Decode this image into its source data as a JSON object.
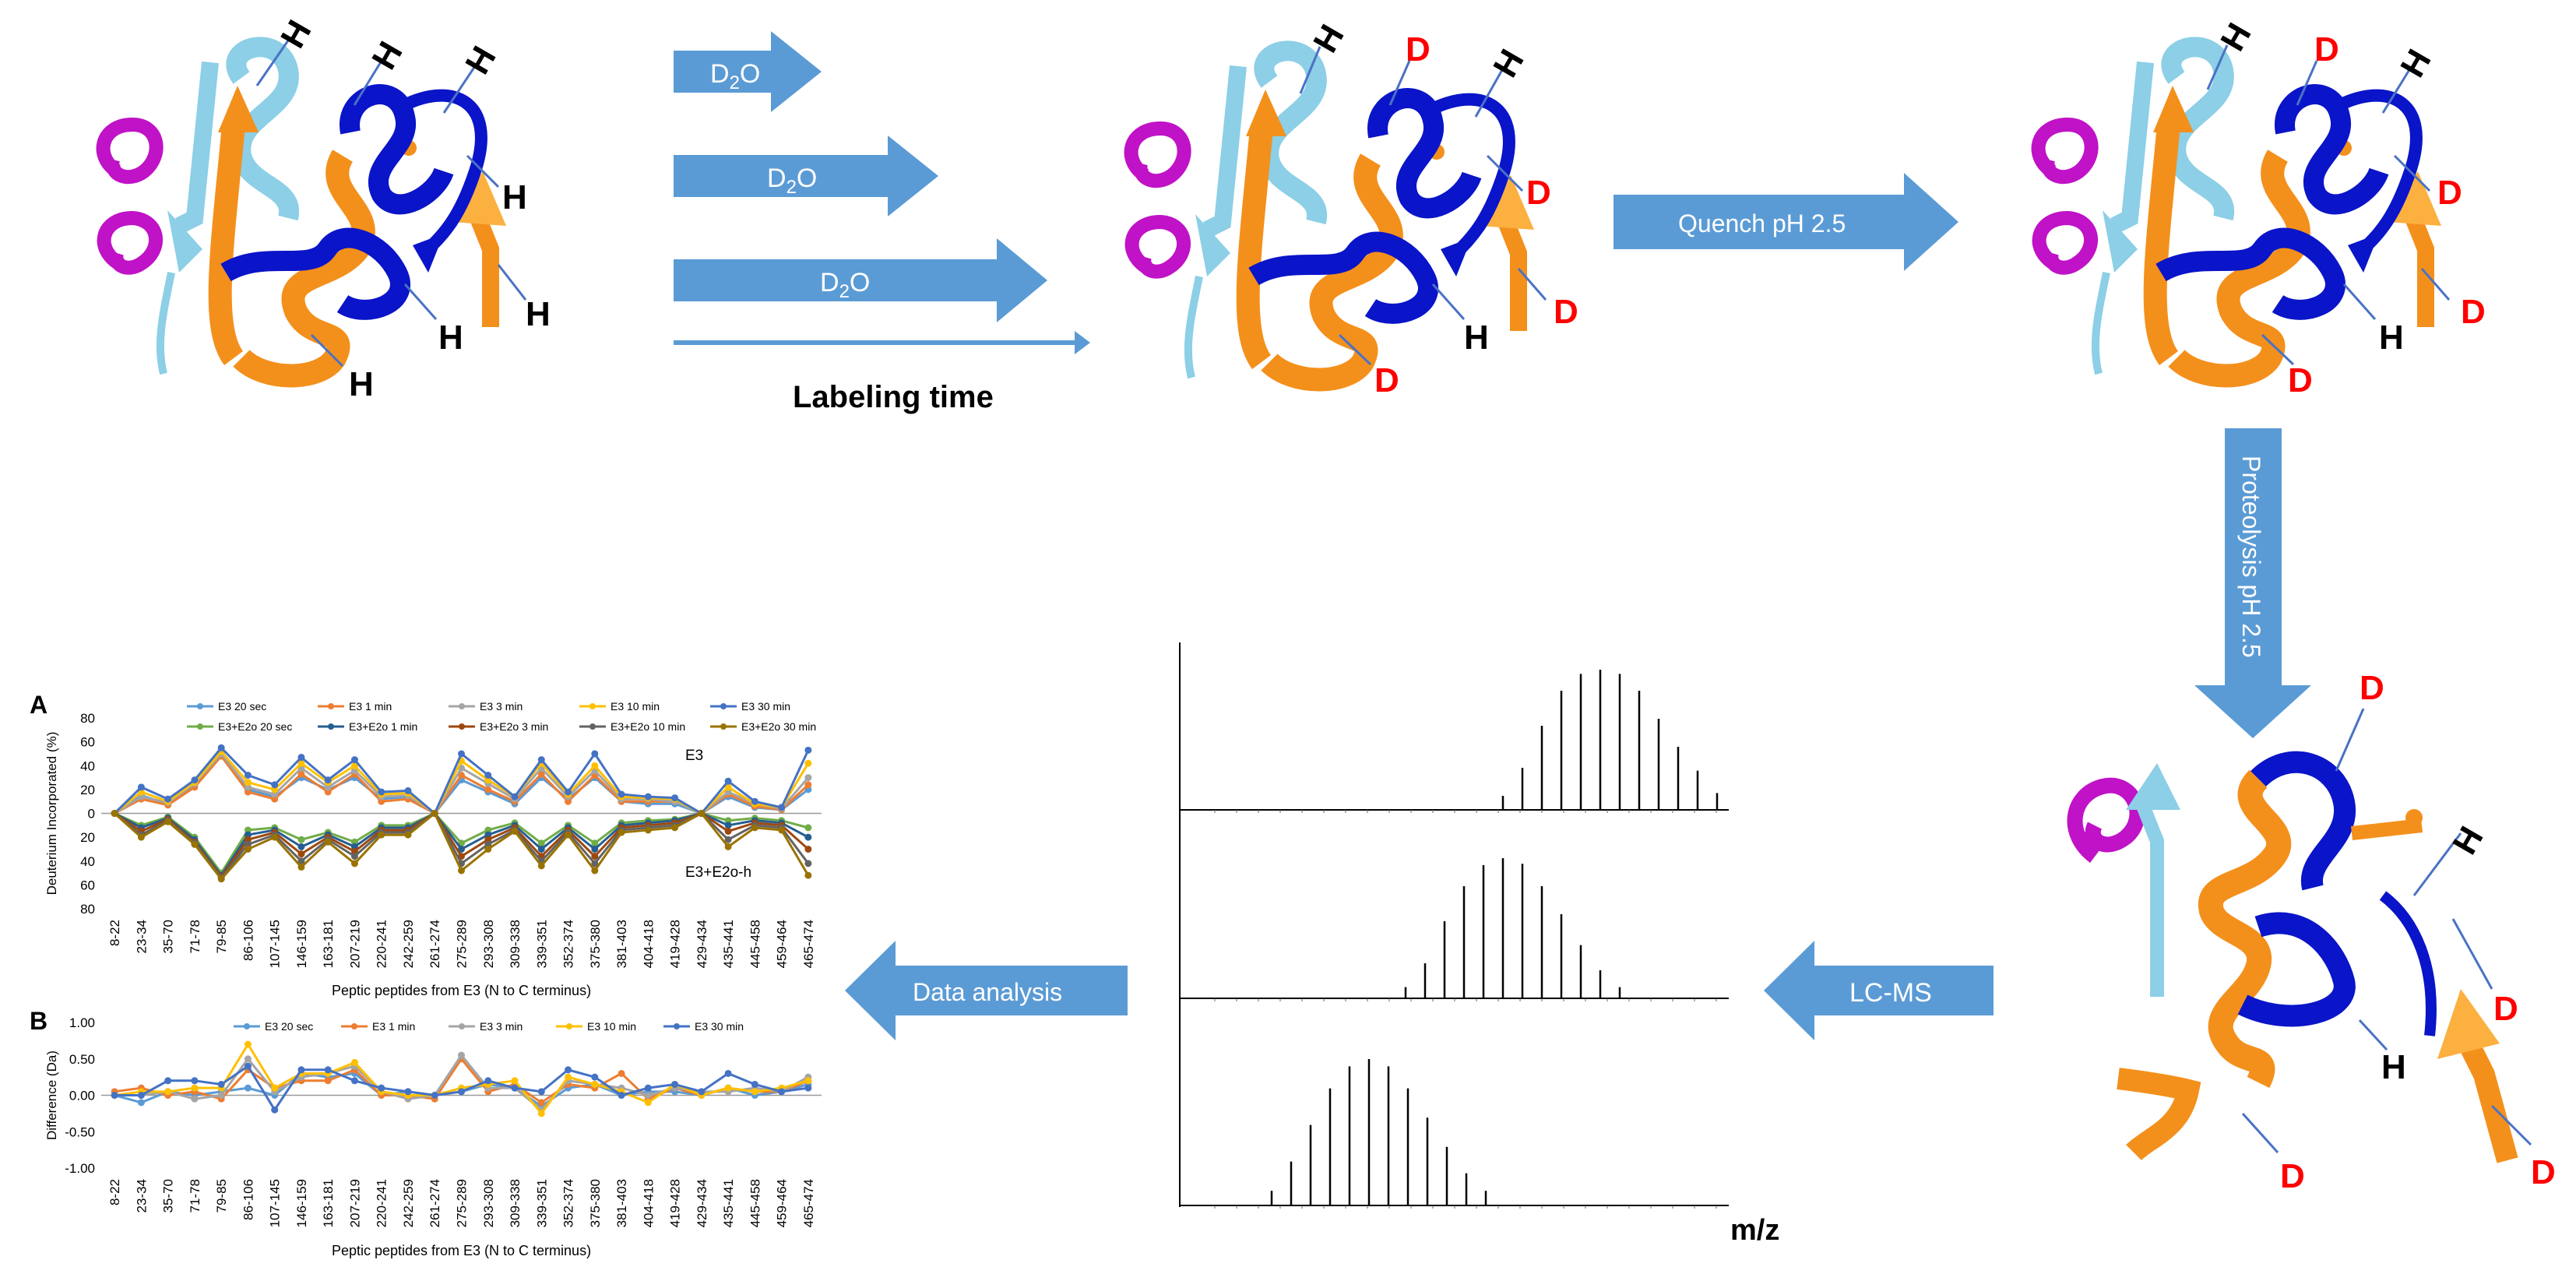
{
  "labels": {
    "d2o": "D",
    "d2o_sub": "2",
    "d2o_tail": "O",
    "labeling_time": "Labeling time",
    "quench": "Quench pH 2.5",
    "proteolysis": "Proteolysis pH 2.5",
    "lcms": "LC-MS",
    "data_analysis": "Data analysis",
    "mz": "m/z",
    "H": "H",
    "D": "D"
  },
  "colors": {
    "arrow_fill": "#5b9bd5",
    "arrow_text": "#ffffff",
    "ribbon_light": "#8ccfe6",
    "ribbon_dark": "#0a14c8",
    "ribbon_orange": "#f3901c",
    "ribbon_magenta": "#c012c6",
    "label_h": "#000000",
    "label_d": "#ff0000",
    "callout_line": "#4a72c4"
  },
  "icons": [
    "protein-ribbon-icon",
    "mass-spectrum-icon"
  ],
  "chart_data": [
    {
      "type": "line",
      "panel": "A",
      "xlabel": "Peptic peptides from E3 (N to C terminus)",
      "ylabel": "Deuterium Incorporated (%)",
      "ylim": [
        -80,
        80
      ],
      "yticks": [
        80,
        60,
        40,
        20,
        0,
        20,
        40,
        60,
        80
      ],
      "annotations": [
        "E3",
        "E3+E2o-h"
      ],
      "categories": [
        "8-22",
        "23-34",
        "35-70",
        "71-78",
        "79-85",
        "86-106",
        "107-145",
        "146-159",
        "163-181",
        "207-219",
        "220-241",
        "242-259",
        "261-274",
        "275-289",
        "293-308",
        "309-338",
        "339-351",
        "352-374",
        "375-380",
        "381-403",
        "404-418",
        "419-428",
        "429-434",
        "435-441",
        "445-458",
        "459-464",
        "465-474"
      ],
      "legend": [
        "E3 20 sec",
        "E3 1 min",
        "E3 3 min",
        "E3 10 min",
        "E3 30 min",
        "E3+E2o 20 sec",
        "E3+E2o 1 min",
        "E3+E2o 3 min",
        "E3+E2o 10 min",
        "E3+E2o 30 min"
      ],
      "series": [
        {
          "name": "E3 20 sec",
          "color": "#5b9bd5",
          "values": [
            0,
            15,
            8,
            24,
            50,
            20,
            14,
            30,
            20,
            30,
            12,
            14,
            0,
            28,
            18,
            8,
            30,
            12,
            30,
            10,
            8,
            8,
            0,
            14,
            5,
            3,
            20
          ]
        },
        {
          "name": "E3 1 min",
          "color": "#ed7d31",
          "values": [
            0,
            12,
            7,
            22,
            48,
            18,
            12,
            33,
            18,
            33,
            10,
            12,
            0,
            32,
            20,
            10,
            33,
            10,
            32,
            10,
            10,
            10,
            0,
            16,
            6,
            3,
            24
          ]
        },
        {
          "name": "E3 3 min",
          "color": "#a5a5a5",
          "values": [
            0,
            14,
            9,
            25,
            50,
            22,
            16,
            38,
            22,
            36,
            14,
            15,
            0,
            38,
            25,
            12,
            38,
            14,
            36,
            12,
            12,
            10,
            0,
            18,
            8,
            4,
            30
          ]
        },
        {
          "name": "E3 10 min",
          "color": "#ffc000",
          "values": [
            0,
            18,
            10,
            26,
            52,
            26,
            20,
            42,
            26,
            40,
            16,
            17,
            0,
            44,
            28,
            14,
            42,
            16,
            40,
            14,
            13,
            12,
            0,
            22,
            8,
            5,
            42
          ]
        },
        {
          "name": "E3 30 min",
          "color": "#4472c4",
          "values": [
            0,
            22,
            12,
            28,
            55,
            32,
            24,
            47,
            28,
            45,
            18,
            19,
            0,
            50,
            32,
            14,
            45,
            18,
            50,
            16,
            14,
            13,
            0,
            27,
            10,
            5,
            53
          ]
        },
        {
          "name": "E3+E2o 20 sec",
          "color": "#70ad47",
          "values": [
            0,
            -10,
            -3,
            -20,
            -50,
            -14,
            -12,
            -22,
            -16,
            -24,
            -10,
            -10,
            0,
            -25,
            -14,
            -8,
            -25,
            -10,
            -25,
            -8,
            -6,
            -5,
            0,
            -6,
            -4,
            -6,
            -12
          ]
        },
        {
          "name": "E3+E2o 1 min",
          "color": "#255e91",
          "values": [
            0,
            -12,
            -4,
            -22,
            -52,
            -18,
            -14,
            -28,
            -18,
            -28,
            -12,
            -12,
            0,
            -30,
            -18,
            -10,
            -30,
            -12,
            -30,
            -10,
            -8,
            -6,
            0,
            -10,
            -6,
            -8,
            -20
          ]
        },
        {
          "name": "E3+E2o 3 min",
          "color": "#9e480e",
          "values": [
            0,
            -15,
            -5,
            -24,
            -53,
            -22,
            -16,
            -34,
            -20,
            -32,
            -14,
            -14,
            0,
            -36,
            -22,
            -12,
            -36,
            -14,
            -36,
            -12,
            -10,
            -8,
            0,
            -15,
            -8,
            -10,
            -30
          ]
        },
        {
          "name": "E3+E2o 10 min",
          "color": "#636363",
          "values": [
            0,
            -18,
            -6,
            -25,
            -54,
            -26,
            -18,
            -40,
            -22,
            -36,
            -16,
            -16,
            0,
            -42,
            -26,
            -14,
            -40,
            -16,
            -42,
            -14,
            -12,
            -10,
            0,
            -22,
            -10,
            -12,
            -42
          ]
        },
        {
          "name": "E3+E2o 30 min",
          "color": "#997300",
          "values": [
            0,
            -20,
            -7,
            -26,
            -55,
            -30,
            -20,
            -45,
            -24,
            -42,
            -18,
            -18,
            0,
            -48,
            -30,
            -15,
            -44,
            -18,
            -48,
            -16,
            -14,
            -12,
            0,
            -28,
            -12,
            -14,
            -52
          ]
        }
      ]
    },
    {
      "type": "line",
      "panel": "B",
      "xlabel": "Peptic peptides from E3 (N to C terminus)",
      "ylabel": "Difference (Da)",
      "ylim": [
        -1.0,
        1.0
      ],
      "yticks": [
        "1.00",
        "0.50",
        "0.00",
        "-0.50",
        "-1.00"
      ],
      "categories": [
        "8-22",
        "23-34",
        "35-70",
        "71-78",
        "79-85",
        "86-106",
        "107-145",
        "146-159",
        "163-181",
        "207-219",
        "220-241",
        "242-259",
        "261-274",
        "275-289",
        "293-308",
        "309-338",
        "339-351",
        "352-374",
        "375-380",
        "381-403",
        "404-418",
        "419-428",
        "429-434",
        "435-441",
        "445-458",
        "459-464",
        "465-474"
      ],
      "legend": [
        "E3 20 sec",
        "E3 1 min",
        "E3 3 min",
        "E3 10 min",
        "E3 30 min"
      ],
      "series": [
        {
          "name": "E3 20 sec",
          "color": "#5b9bd5",
          "values": [
            0.0,
            -0.1,
            0.05,
            0.0,
            0.05,
            0.1,
            0.0,
            0.3,
            0.25,
            0.3,
            0.0,
            0.05,
            0.0,
            0.05,
            0.15,
            0.1,
            -0.15,
            0.1,
            0.15,
            0.0,
            0.05,
            0.05,
            0.0,
            0.1,
            0.0,
            0.05,
            0.15
          ]
        },
        {
          "name": "E3 1 min",
          "color": "#ed7d31",
          "values": [
            0.05,
            0.1,
            0.0,
            0.05,
            -0.05,
            0.35,
            0.1,
            0.2,
            0.2,
            0.35,
            0.0,
            0.0,
            -0.05,
            0.5,
            0.05,
            0.15,
            -0.1,
            0.15,
            0.1,
            0.3,
            -0.05,
            0.1,
            0.0,
            0.1,
            0.05,
            0.05,
            0.2
          ]
        },
        {
          "name": "E3 3 min",
          "color": "#a5a5a5",
          "values": [
            0.0,
            0.0,
            0.05,
            -0.05,
            0.0,
            0.5,
            0.05,
            0.25,
            0.3,
            0.4,
            0.05,
            -0.05,
            0.0,
            0.55,
            0.1,
            0.1,
            -0.2,
            0.2,
            0.15,
            0.1,
            0.0,
            0.1,
            0.05,
            0.05,
            0.1,
            0.05,
            0.25
          ]
        },
        {
          "name": "E3 10 min",
          "color": "#ffc000",
          "values": [
            0.0,
            0.05,
            0.05,
            0.1,
            0.1,
            0.7,
            0.1,
            0.3,
            0.3,
            0.45,
            0.05,
            0.0,
            0.0,
            0.1,
            0.15,
            0.2,
            -0.25,
            0.25,
            0.15,
            0.05,
            -0.1,
            0.15,
            0.0,
            0.1,
            0.05,
            0.1,
            0.2
          ]
        },
        {
          "name": "E3 30 min",
          "color": "#4472c4",
          "values": [
            0.0,
            0.0,
            0.2,
            0.2,
            0.15,
            0.4,
            -0.2,
            0.35,
            0.35,
            0.2,
            0.1,
            0.05,
            0.0,
            0.05,
            0.2,
            0.1,
            0.05,
            0.35,
            0.25,
            0.0,
            0.1,
            0.15,
            0.05,
            0.3,
            0.15,
            0.05,
            0.1
          ]
        }
      ]
    },
    {
      "type": "bar",
      "panel": "mass-spectra",
      "xlabel": "m/z",
      "spectra": [
        {
          "name": "spectrum-1",
          "values": [
            0.1,
            0.3,
            0.6,
            0.85,
            0.97,
            1.0,
            0.97,
            0.85,
            0.65,
            0.45,
            0.28,
            0.12
          ]
        },
        {
          "name": "spectrum-2",
          "values": [
            0.08,
            0.25,
            0.55,
            0.8,
            0.95,
            1.0,
            0.96,
            0.8,
            0.6,
            0.38,
            0.2,
            0.08
          ]
        },
        {
          "name": "spectrum-3",
          "values": [
            0.1,
            0.3,
            0.55,
            0.8,
            0.95,
            1.0,
            0.95,
            0.8,
            0.6,
            0.4,
            0.22,
            0.1
          ]
        }
      ]
    }
  ]
}
